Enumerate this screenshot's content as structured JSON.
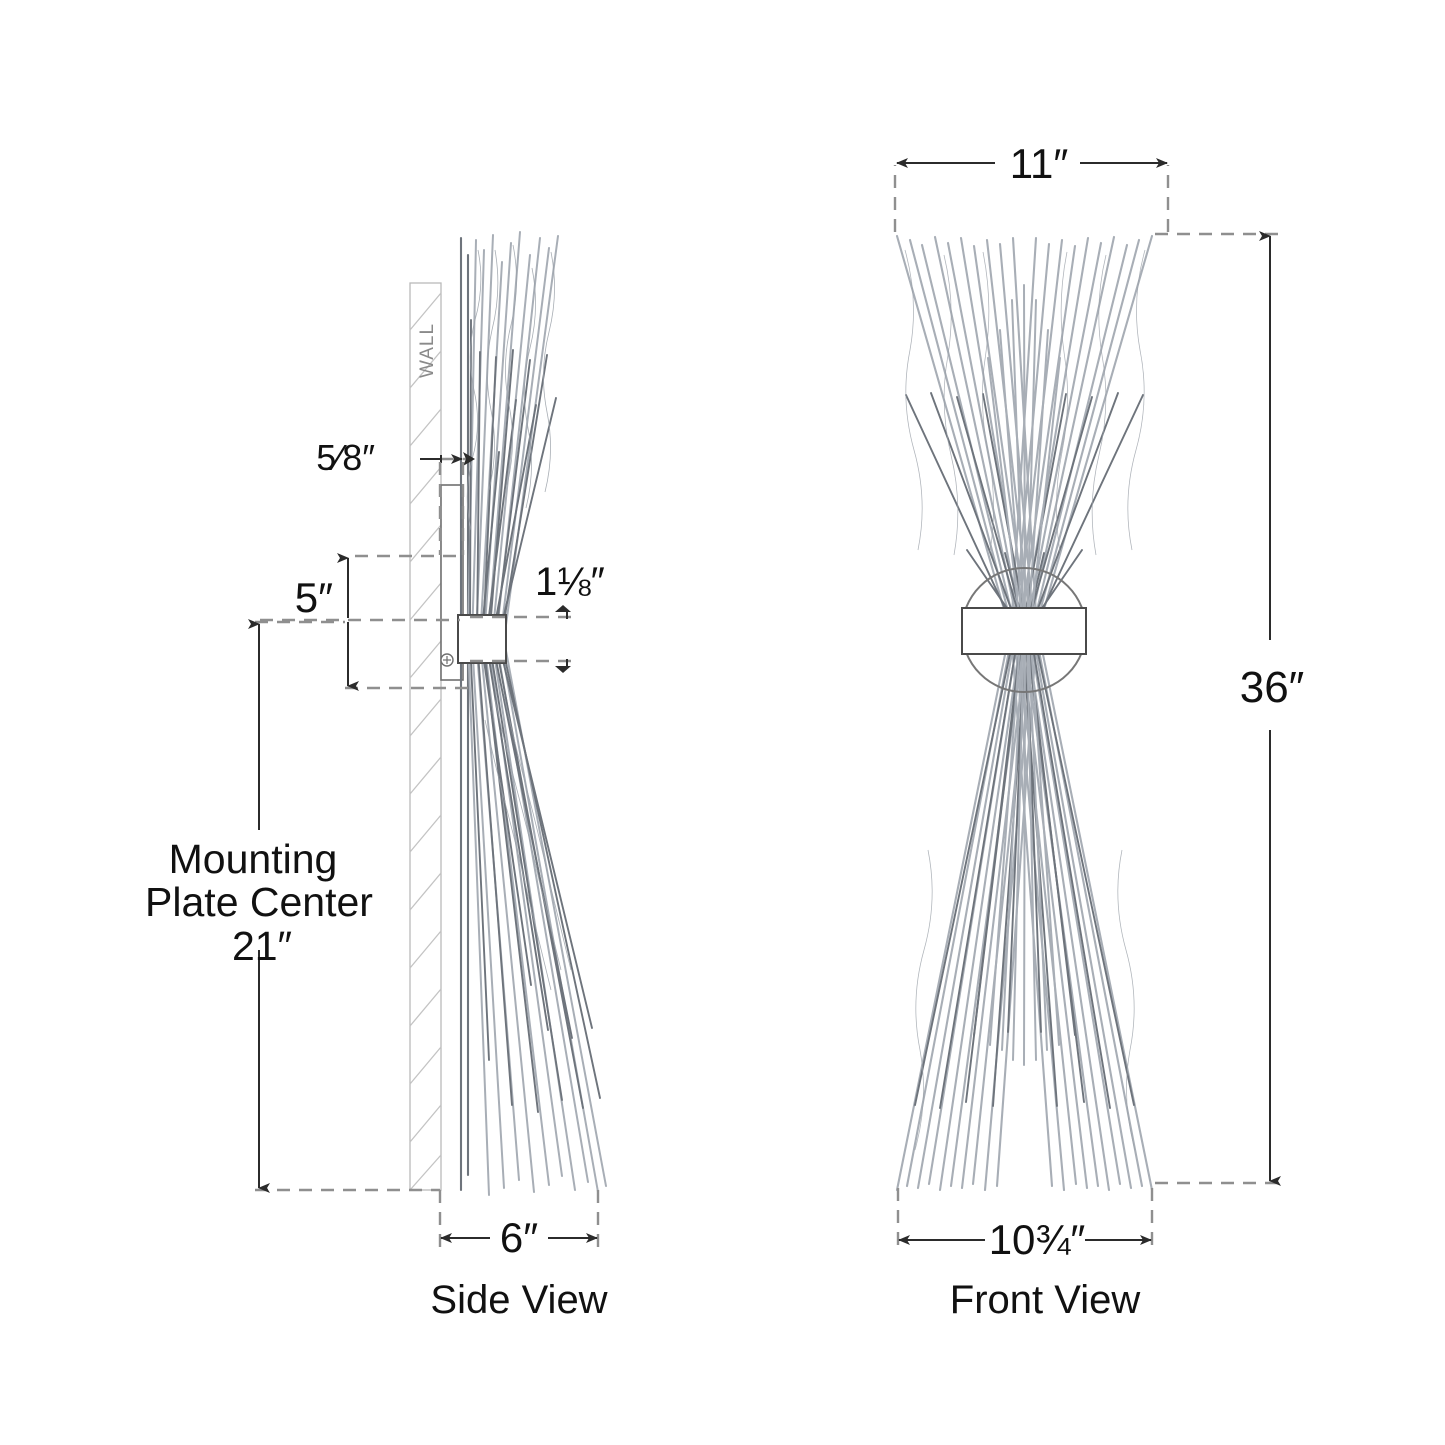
{
  "document": {
    "type": "technical-dimension-drawing",
    "subject": "wall sconce light fixture"
  },
  "views": [
    {
      "id": "side",
      "label": "Side View"
    },
    {
      "id": "front",
      "label": "Front View"
    }
  ],
  "labels": {
    "wall": "WALL",
    "side_view": "Side View",
    "front_view": "Front View"
  },
  "dimensions": {
    "side": {
      "wall_offset": "5⁄8″",
      "plate_to_top_offset": "5″",
      "plate_thickness": "1⅛″",
      "mounting_plate_center_line1": "Mounting",
      "mounting_plate_center_line2": "Plate Center",
      "mounting_plate_center_value": "21″",
      "depth": "6″"
    },
    "front": {
      "top_width": "11″",
      "height": "36″",
      "bottom_width": "10¾″"
    }
  },
  "colors": {
    "line": "#2b2b2b",
    "dashed": "#8f8f8f",
    "hatch": "#c3c3c3",
    "rod": "#6e747c",
    "background": "#ffffff",
    "text": "#111111"
  }
}
